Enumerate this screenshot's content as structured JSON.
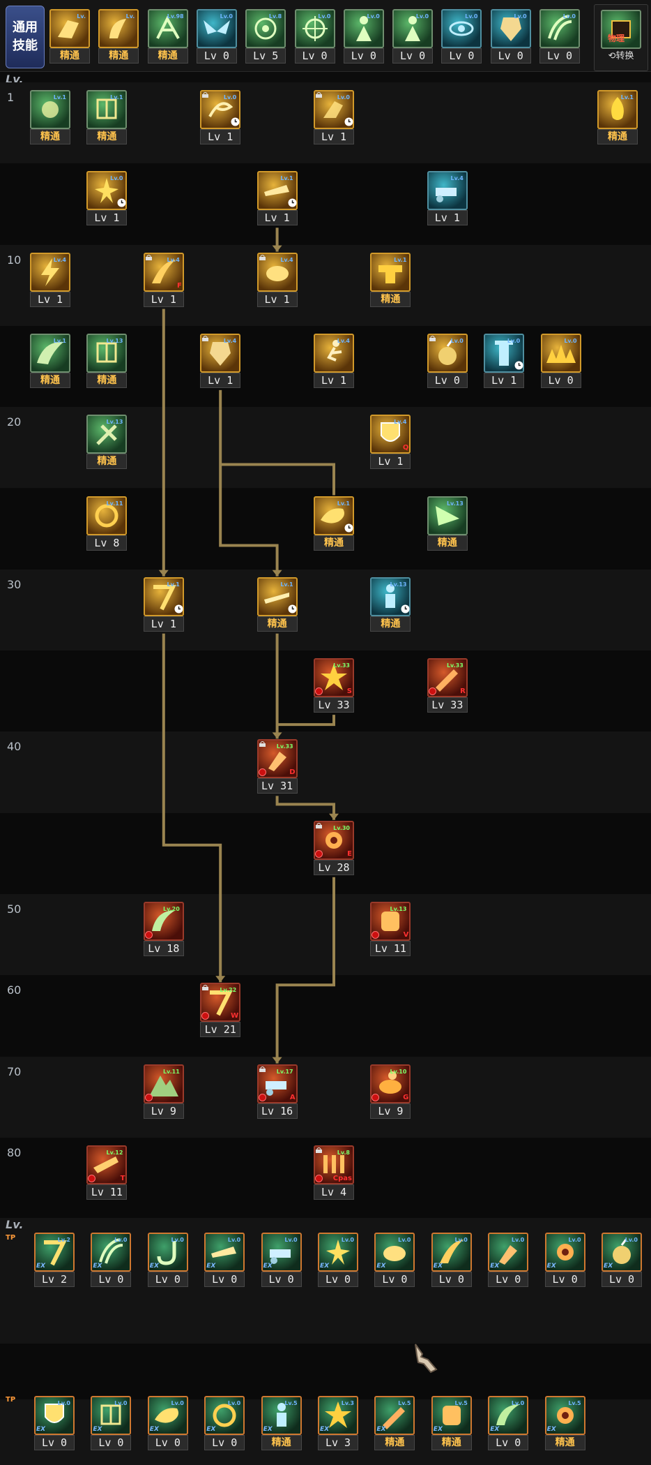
{
  "common": {
    "label_line1": "通用",
    "label_line2": "技能",
    "swap_label": "转换",
    "swap_badge": "物理",
    "skills": [
      {
        "tag": "精通",
        "lv": "Lv.",
        "tone": "gold",
        "icon": "boot-kick-icon"
      },
      {
        "tag": "精通",
        "lv": "Lv.",
        "tone": "gold",
        "icon": "grab-icon"
      },
      {
        "tag": "精通",
        "lv": "Lv.98",
        "tone": "green",
        "icon": "leap-icon"
      },
      {
        "tag": "Lv 0",
        "lv": "Lv.0",
        "tone": "cyan",
        "icon": "wings-icon"
      },
      {
        "tag": "Lv 5",
        "lv": "Lv.8",
        "tone": "green",
        "icon": "target-icon"
      },
      {
        "tag": "Lv 0",
        "lv": "Lv.0",
        "tone": "green",
        "icon": "crosshair-icon"
      },
      {
        "tag": "Lv 0",
        "lv": "Lv.0",
        "tone": "green",
        "icon": "figure-icon"
      },
      {
        "tag": "Lv 0",
        "lv": "Lv.0",
        "tone": "green",
        "icon": "figure-icon"
      },
      {
        "tag": "Lv 0",
        "lv": "Lv.0",
        "tone": "cyan",
        "icon": "eye-icon"
      },
      {
        "tag": "Lv 0",
        "lv": "Lv.0",
        "tone": "cyan",
        "icon": "armor-icon"
      },
      {
        "tag": "Lv 0",
        "lv": "Lv.0",
        "tone": "green",
        "icon": "claw-icon"
      }
    ]
  },
  "tree": {
    "header": "Lv.",
    "row_labels": [
      "1",
      "",
      "10",
      "",
      "20",
      "",
      "30",
      "",
      "40",
      "",
      "50",
      "60",
      "70",
      "80"
    ],
    "skills": [
      {
        "r": 0,
        "c": 0,
        "tag": "精通",
        "lv": "Lv.1",
        "tone": "green",
        "icon": "fist-icon"
      },
      {
        "r": 0,
        "c": 1,
        "tag": "精通",
        "lv": "Lv.1",
        "tone": "green",
        "icon": "grid-icon"
      },
      {
        "r": 0,
        "c": 3,
        "tag": "Lv 1",
        "lv": "Lv.0",
        "tone": "gold",
        "icon": "swirl-icon",
        "lock": true,
        "clock": true
      },
      {
        "r": 0,
        "c": 5,
        "tag": "Lv 1",
        "lv": "Lv.0",
        "tone": "gold",
        "icon": "punch-icon",
        "lock": true,
        "clock": true
      },
      {
        "r": 0,
        "c": 10,
        "tag": "精通",
        "lv": "Lv.1",
        "tone": "gold",
        "icon": "flame-icon"
      },
      {
        "r": 1,
        "c": 1,
        "tag": "Lv 1",
        "lv": "Lv.0",
        "tone": "gold",
        "icon": "burst-icon",
        "clock": true
      },
      {
        "r": 1,
        "c": 4,
        "tag": "Lv 1",
        "lv": "Lv.1",
        "tone": "gold",
        "icon": "dash-icon",
        "clock": true
      },
      {
        "r": 1,
        "c": 7,
        "tag": "Lv 1",
        "lv": "Lv.4",
        "tone": "cyan",
        "icon": "cannon-icon"
      },
      {
        "r": 2,
        "c": 0,
        "tag": "Lv 1",
        "lv": "Lv.4",
        "tone": "gold",
        "icon": "lightning-icon"
      },
      {
        "r": 2,
        "c": 2,
        "tag": "Lv 1",
        "lv": "Lv.4",
        "tone": "gold",
        "icon": "slash-icon",
        "lock": true,
        "key": "F"
      },
      {
        "r": 2,
        "c": 4,
        "tag": "Lv 1",
        "lv": "Lv.4",
        "tone": "gold",
        "icon": "beast-icon",
        "lock": true
      },
      {
        "r": 2,
        "c": 6,
        "tag": "精通",
        "lv": "Lv.1",
        "tone": "gold",
        "icon": "anvil-icon"
      },
      {
        "r": 3,
        "c": 0,
        "tag": "精通",
        "lv": "Lv.1",
        "tone": "green",
        "icon": "wing-icon"
      },
      {
        "r": 3,
        "c": 1,
        "tag": "精通",
        "lv": "Lv.13",
        "tone": "green",
        "icon": "grid-icon"
      },
      {
        "r": 3,
        "c": 3,
        "tag": "Lv 1",
        "lv": "Lv.4",
        "tone": "gold",
        "icon": "armor-icon",
        "lock": true
      },
      {
        "r": 3,
        "c": 5,
        "tag": "Lv 1",
        "lv": "Lv.4",
        "tone": "gold",
        "icon": "runner-icon"
      },
      {
        "r": 3,
        "c": 7,
        "tag": "Lv 0",
        "lv": "Lv.0",
        "tone": "gold",
        "icon": "bomb-icon",
        "lock": true
      },
      {
        "r": 3,
        "c": 8,
        "tag": "Lv 1",
        "lv": "Lv.0",
        "tone": "cyan",
        "icon": "tower-icon",
        "clock": true
      },
      {
        "r": 3,
        "c": 9,
        "tag": "Lv 0",
        "lv": "Lv.0",
        "tone": "gold",
        "icon": "sunrise-icon"
      },
      {
        "r": 4,
        "c": 1,
        "tag": "精通",
        "lv": "Lv.13",
        "tone": "green",
        "icon": "cross-icon"
      },
      {
        "r": 4,
        "c": 6,
        "tag": "Lv 1",
        "lv": "Lv.4",
        "tone": "gold",
        "icon": "shield-icon",
        "key": "Q"
      },
      {
        "r": 5,
        "c": 1,
        "tag": "Lv 8",
        "lv": "Lv.11",
        "tone": "gold",
        "icon": "ring-icon"
      },
      {
        "r": 5,
        "c": 5,
        "tag": "精通",
        "lv": "Lv.1",
        "tone": "gold",
        "icon": "dragon-icon",
        "clock": true
      },
      {
        "r": 5,
        "c": 7,
        "tag": "精通",
        "lv": "Lv.13",
        "tone": "green",
        "icon": "drill-icon"
      },
      {
        "r": 6,
        "c": 2,
        "tag": "Lv 1",
        "lv": "Lv.1",
        "tone": "gold",
        "icon": "seven-icon",
        "clock": true
      },
      {
        "r": 6,
        "c": 4,
        "tag": "精通",
        "lv": "Lv.1",
        "tone": "gold",
        "icon": "sword-icon",
        "clock": true
      },
      {
        "r": 6,
        "c": 6,
        "tag": "精通",
        "lv": "Lv.13",
        "tone": "cyan",
        "icon": "gunner-icon",
        "clock": true
      },
      {
        "r": 7,
        "c": 5,
        "tag": "Lv 33",
        "lv": "Lv.33",
        "tone": "red",
        "icon": "explosion-icon",
        "alert": true,
        "key": "S"
      },
      {
        "r": 7,
        "c": 7,
        "tag": "Lv 33",
        "lv": "Lv.33",
        "tone": "red",
        "icon": "rocket-icon",
        "alert": true,
        "key": "R"
      },
      {
        "r": 8,
        "c": 4,
        "tag": "Lv 31",
        "lv": "Lv.33",
        "tone": "red",
        "icon": "kick-icon",
        "lock": true,
        "alert": true,
        "key": "D"
      },
      {
        "r": 9,
        "c": 5,
        "tag": "Lv 28",
        "lv": "Lv.30",
        "tone": "red",
        "icon": "turbine-icon",
        "lock": true,
        "alert": true,
        "key": "E"
      },
      {
        "r": 10,
        "c": 2,
        "tag": "Lv 18",
        "lv": "Lv.20",
        "tone": "red",
        "icon": "horn-icon",
        "alert": true
      },
      {
        "r": 10,
        "c": 6,
        "tag": "Lv 11",
        "lv": "Lv.13",
        "tone": "red",
        "icon": "golem-icon",
        "alert": true,
        "key": "V"
      },
      {
        "r": 11,
        "c": 3,
        "tag": "Lv 21",
        "lv": "Lv.22",
        "tone": "red",
        "icon": "seven-icon",
        "lock": true,
        "alert": true,
        "key": "W"
      },
      {
        "r": 12,
        "c": 2,
        "tag": "Lv 9",
        "lv": "Lv.11",
        "tone": "red",
        "icon": "mountain-icon",
        "alert": true
      },
      {
        "r": 12,
        "c": 4,
        "tag": "Lv 16",
        "lv": "Lv.17",
        "tone": "red",
        "icon": "cannon-icon",
        "lock": true,
        "alert": true,
        "key": "A"
      },
      {
        "r": 12,
        "c": 6,
        "tag": "Lv 9",
        "lv": "Lv.10",
        "tone": "red",
        "icon": "rider-icon",
        "alert": true,
        "key": "G"
      },
      {
        "r": 13,
        "c": 1,
        "tag": "Lv 11",
        "lv": "Lv.12",
        "tone": "red",
        "icon": "jet-icon",
        "alert": true,
        "key": "T"
      },
      {
        "r": 13,
        "c": 5,
        "tag": "Lv 4",
        "lv": "Lv.8",
        "tone": "red",
        "icon": "barrage-icon",
        "lock": true,
        "alert": true,
        "key": "Cpas"
      }
    ]
  },
  "ex": {
    "header": "Lv.",
    "badge1": "TP",
    "badge2": "TP",
    "row1": [
      {
        "tag": "Lv 2",
        "lv": "Lv.2",
        "icon": "seven-icon"
      },
      {
        "tag": "Lv 0",
        "lv": "Lv.0",
        "icon": "claw-icon"
      },
      {
        "tag": "Lv 0",
        "lv": "Lv.0",
        "icon": "hook-icon"
      },
      {
        "tag": "Lv 0",
        "lv": "Lv.0",
        "icon": "dash-icon"
      },
      {
        "tag": "Lv 0",
        "lv": "Lv.0",
        "icon": "cannon-icon"
      },
      {
        "tag": "Lv 0",
        "lv": "Lv.0",
        "icon": "burst-icon"
      },
      {
        "tag": "Lv 0",
        "lv": "Lv.0",
        "icon": "beast-icon"
      },
      {
        "tag": "Lv 0",
        "lv": "Lv.0",
        "icon": "slash-icon"
      },
      {
        "tag": "Lv 0",
        "lv": "Lv.0",
        "icon": "kick-icon"
      },
      {
        "tag": "Lv 0",
        "lv": "Lv.0",
        "icon": "turbine-icon"
      },
      {
        "tag": "Lv 0",
        "lv": "Lv.0",
        "icon": "bomb-icon"
      }
    ],
    "row2": [
      {
        "tag": "Lv 0",
        "lv": "Lv.0",
        "icon": "shield-icon"
      },
      {
        "tag": "Lv 0",
        "lv": "Lv.0",
        "icon": "grid-icon"
      },
      {
        "tag": "Lv 0",
        "lv": "Lv.0",
        "icon": "dragon-icon"
      },
      {
        "tag": "Lv 0",
        "lv": "Lv.0",
        "icon": "ring-icon"
      },
      {
        "tag": "精通",
        "lv": "Lv.5",
        "icon": "gunner-icon"
      },
      {
        "tag": "Lv 3",
        "lv": "Lv.3",
        "icon": "explosion-icon"
      },
      {
        "tag": "精通",
        "lv": "Lv.5",
        "icon": "rocket-icon"
      },
      {
        "tag": "精通",
        "lv": "Lv.5",
        "icon": "golem-icon"
      },
      {
        "tag": "Lv 0",
        "lv": "Lv.0",
        "icon": "horn-icon"
      },
      {
        "tag": "精通",
        "lv": "Lv.5",
        "icon": "turbine-icon"
      }
    ]
  },
  "colors": {
    "line": "#9a8450",
    "mastery": "#ffc34d",
    "band_a": "#141414",
    "band_b": "#0a0a0a"
  }
}
